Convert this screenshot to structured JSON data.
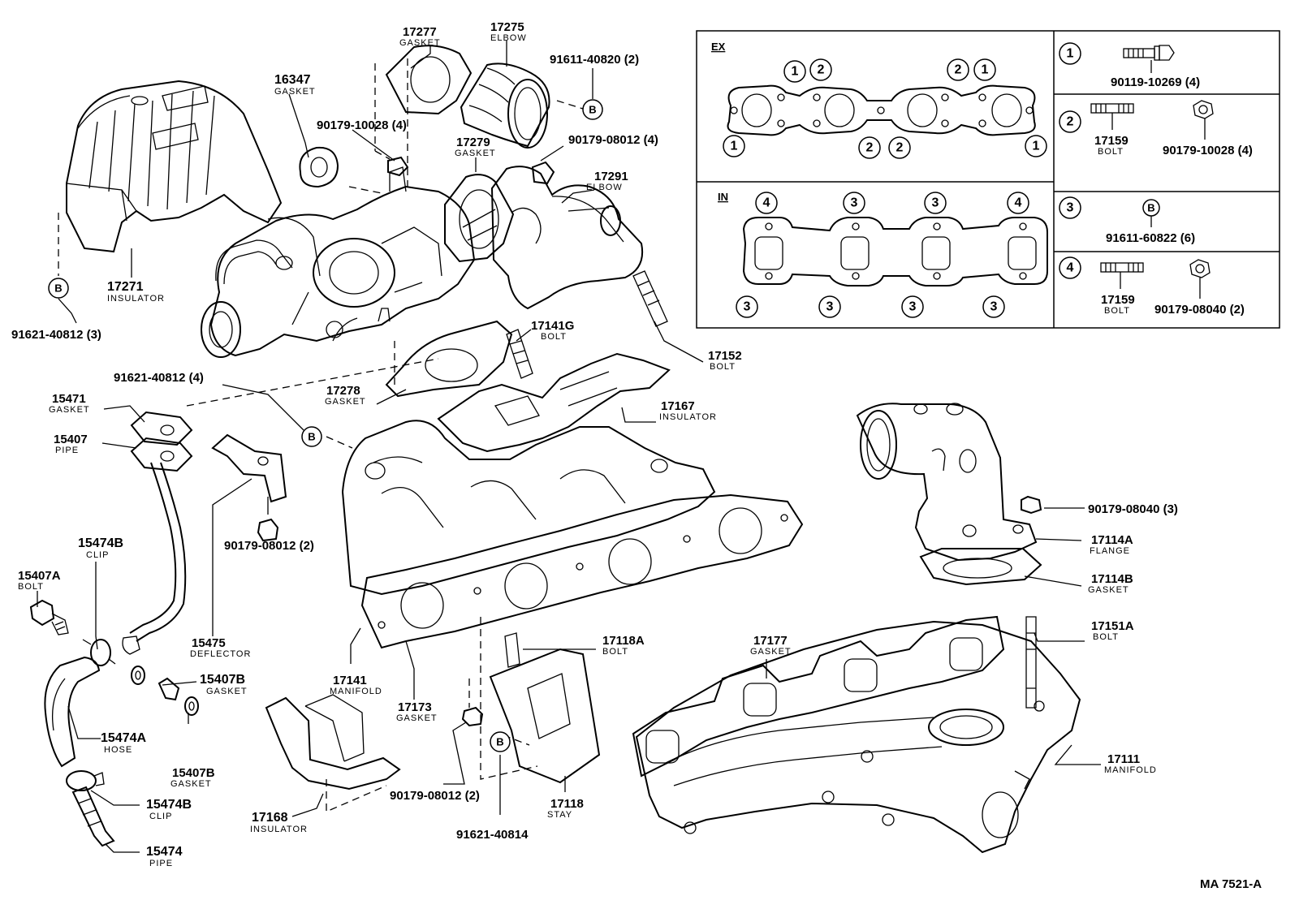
{
  "figure_code": "MA 7521-A",
  "reference_table": {
    "ex_header": "EX",
    "in_header": "IN",
    "ex_markers": {
      "top": [
        "1",
        "2",
        "2",
        "1"
      ],
      "bottom": [
        "1",
        "2",
        "2",
        "1"
      ]
    },
    "in_markers": {
      "top": [
        "4",
        "3",
        "3",
        "4"
      ],
      "bottom": [
        "3",
        "3",
        "3",
        "3"
      ]
    },
    "legend": [
      {
        "key": "1",
        "items": [
          {
            "part": "90119-10269 (4)",
            "name": ""
          }
        ]
      },
      {
        "key": "2",
        "items": [
          {
            "part": "17159",
            "name": "BOLT"
          },
          {
            "part": "90179-10028 (4)",
            "name": ""
          }
        ]
      },
      {
        "key": "3",
        "ref": "B",
        "items": [
          {
            "part": "91611-60822 (6)",
            "name": ""
          }
        ]
      },
      {
        "key": "4",
        "items": [
          {
            "part": "17159",
            "name": "BOLT"
          },
          {
            "part": "90179-08040 (2)",
            "name": ""
          }
        ]
      }
    ]
  },
  "callouts": {
    "c17277": {
      "part": "17277",
      "name": "GASKET"
    },
    "c17275": {
      "part": "17275",
      "name": "ELBOW"
    },
    "c91611_40820": {
      "part": "91611-40820 (2)"
    },
    "c16347": {
      "part": "16347",
      "name": "GASKET"
    },
    "c90179_10028": {
      "part": "90179-10028 (4)"
    },
    "c17279": {
      "part": "17279",
      "name": "GASKET"
    },
    "c90179_08012a": {
      "part": "90179-08012 (4)"
    },
    "c17291": {
      "part": "17291",
      "name": "ELBOW"
    },
    "c17271": {
      "part": "17271",
      "name": "INSULATOR"
    },
    "c91621_40812a": {
      "part": "91621-40812 (3)"
    },
    "c17141g": {
      "part": "17141G",
      "name": "BOLT"
    },
    "c17152": {
      "part": "17152",
      "name": "BOLT"
    },
    "c17278": {
      "part": "17278",
      "name": "GASKET"
    },
    "c91621_40812b": {
      "part": "91621-40812 (4)"
    },
    "c17167": {
      "part": "17167",
      "name": "INSULATOR"
    },
    "c15471": {
      "part": "15471",
      "name": "GASKET"
    },
    "c15407": {
      "part": "15407",
      "name": "PIPE"
    },
    "c90179_08012b": {
      "part": "90179-08012 (2)"
    },
    "c15474b_a": {
      "part": "15474B",
      "name": "CLIP"
    },
    "c15407a": {
      "part": "15407A",
      "name": "BOLT"
    },
    "c15475": {
      "part": "15475",
      "name": "DEFLECTOR"
    },
    "c15407b_a": {
      "part": "15407B",
      "name": "GASKET"
    },
    "c15474a": {
      "part": "15474A",
      "name": "HOSE"
    },
    "c15407b_b": {
      "part": "15407B",
      "name": "GASKET"
    },
    "c15474b_b": {
      "part": "15474B",
      "name": "CLIP"
    },
    "c15474": {
      "part": "15474",
      "name": "PIPE"
    },
    "c17141": {
      "part": "17141",
      "name": "MANIFOLD"
    },
    "c17173": {
      "part": "17173",
      "name": "GASKET"
    },
    "c17168": {
      "part": "17168",
      "name": "INSULATOR"
    },
    "c17118a": {
      "part": "17118A",
      "name": "BOLT"
    },
    "c90179_08012c": {
      "part": "90179-08012 (2)"
    },
    "c17118": {
      "part": "17118",
      "name": "STAY"
    },
    "c91621_40814": {
      "part": "91621-40814"
    },
    "c90179_08040": {
      "part": "90179-08040 (3)"
    },
    "c17114a": {
      "part": "17114A",
      "name": "FLANGE"
    },
    "c17114b": {
      "part": "17114B",
      "name": "GASKET"
    },
    "c17151a": {
      "part": "17151A",
      "name": "BOLT"
    },
    "c17177": {
      "part": "17177",
      "name": "GASKET"
    },
    "c17111": {
      "part": "17111",
      "name": "MANIFOLD"
    }
  },
  "ref_marker": "B"
}
